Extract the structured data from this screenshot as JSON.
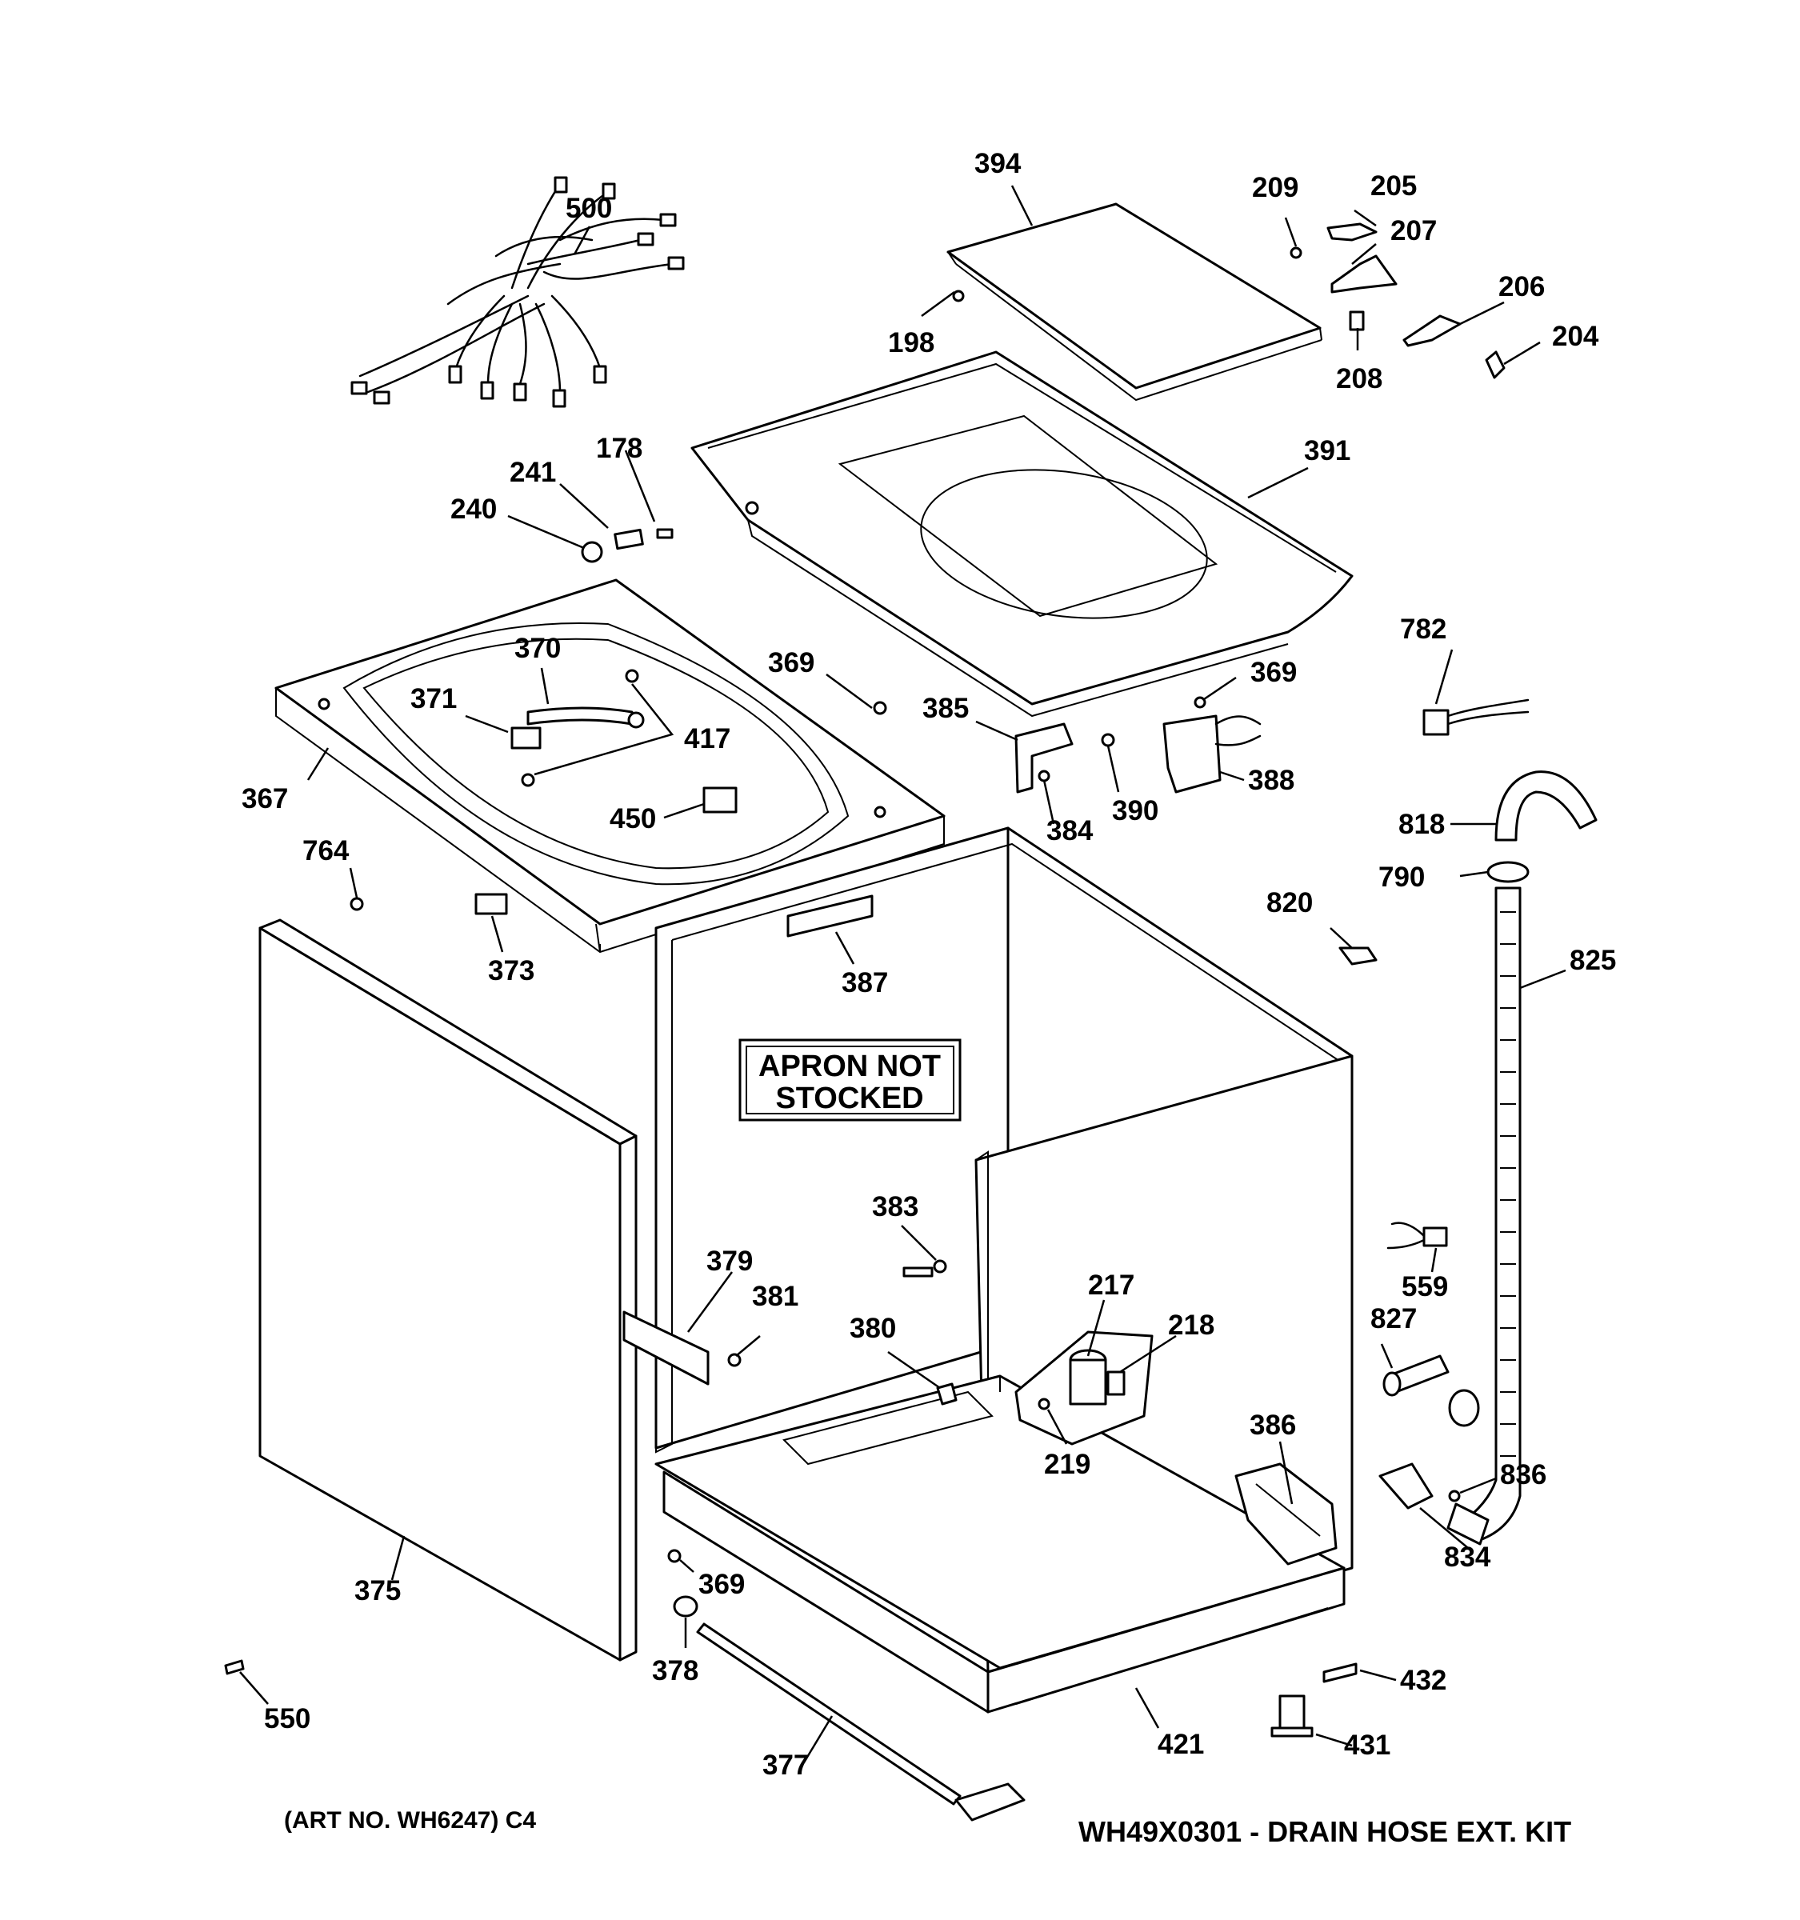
{
  "callouts": {
    "c500": "500",
    "c394": "394",
    "c209": "209",
    "c205": "205",
    "c207": "207",
    "c206": "206",
    "c204": "204",
    "c208": "208",
    "c198": "198",
    "c178": "178",
    "c241": "241",
    "c240": "240",
    "c391": "391",
    "c370": "370",
    "c369a": "369",
    "c371": "371",
    "c417": "417",
    "c367": "367",
    "c450": "450",
    "c385": "385",
    "c384": "384",
    "c390": "390",
    "c369b": "369",
    "c388": "388",
    "c782": "782",
    "c818": "818",
    "c790": "790",
    "c764": "764",
    "c373": "373",
    "c387": "387",
    "c820": "820",
    "c825": "825",
    "c383": "383",
    "c379": "379",
    "c381": "381",
    "c380": "380",
    "c217": "217",
    "c218": "218",
    "c219": "219",
    "c559": "559",
    "c827": "827",
    "c386": "386",
    "c836": "836",
    "c834": "834",
    "c375": "375",
    "c369c": "369",
    "c378": "378",
    "c432": "432",
    "c550": "550",
    "c421": "421",
    "c431": "431",
    "c377": "377"
  },
  "notice": {
    "line1": "APRON NOT",
    "line2": "STOCKED"
  },
  "footer": {
    "art_no": "(ART NO. WH6247) C4",
    "kit": "WH49X0301 - DRAIN HOSE EXT. KIT"
  }
}
